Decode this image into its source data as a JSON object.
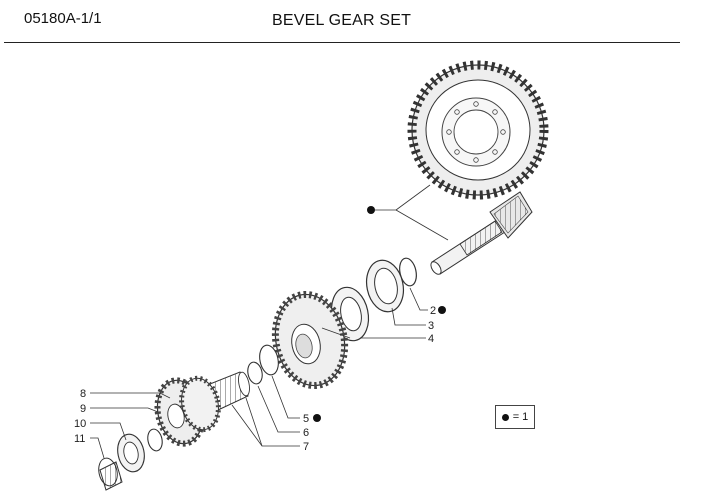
{
  "header": {
    "code": "05180A-1/1",
    "title": "BEVEL GEAR SET"
  },
  "callouts": [
    {
      "id": "c2",
      "text": "2",
      "dot": true
    },
    {
      "id": "c3",
      "text": "3",
      "dot": false
    },
    {
      "id": "c4",
      "text": "4",
      "dot": false
    },
    {
      "id": "c5",
      "text": "5",
      "dot": true
    },
    {
      "id": "c6",
      "text": "6",
      "dot": false
    },
    {
      "id": "c7",
      "text": "7",
      "dot": false
    },
    {
      "id": "c8",
      "text": "8",
      "dot": false
    },
    {
      "id": "c9",
      "text": "9",
      "dot": false
    },
    {
      "id": "c10",
      "text": "10",
      "dot": false
    },
    {
      "id": "c11",
      "text": "11",
      "dot": false
    }
  ],
  "legend": {
    "text": "= 1"
  }
}
